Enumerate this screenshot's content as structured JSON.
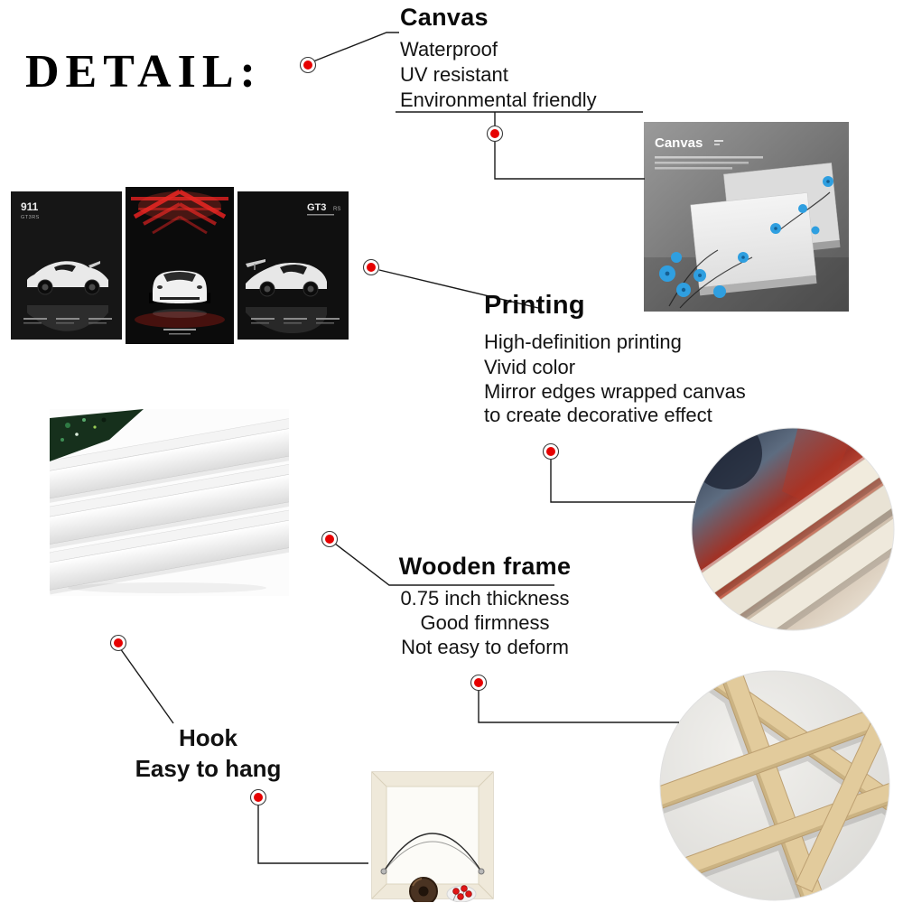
{
  "title": "DETAIL:",
  "callouts": {
    "canvas": {
      "heading": "Canvas",
      "features": [
        "Waterproof",
        "UV resistant",
        "Environmental friendly"
      ]
    },
    "printing": {
      "heading": "Printing",
      "features": [
        "High-definition printing",
        "Vivid color",
        "Mirror edges wrapped canvas",
        "to create decorative effect"
      ]
    },
    "wooden_frame": {
      "heading": "Wooden frame",
      "features": [
        "0.75 inch thickness",
        "Good firmness",
        "Not easy to deform"
      ]
    },
    "hook": {
      "heading": "Hook",
      "subheading": "Easy to hang"
    }
  },
  "images": {
    "canvas_sample_label": "Canvas",
    "poster_left_model": "911",
    "poster_left_trim": "GT3RS",
    "poster_right_model": "GT3",
    "poster_right_trim": "RS"
  },
  "colors": {
    "marker": "#e60000",
    "line": "#1a1a1a",
    "text": "#111111",
    "accent_blue": "#2f9fe0",
    "wood": "#e2cb9c"
  }
}
